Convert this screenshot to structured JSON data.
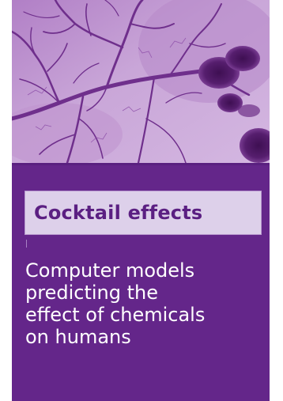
{
  "banner": {
    "image_icon": "cocktail-effects-hero-image",
    "title": "Cocktail effects",
    "description": "Computer models\npredicting the\neffect of chemicals\non humans",
    "colors": {
      "card_background": "#64268a",
      "title_bar_background": "#ddd0ea",
      "title_text": "#5b1f82",
      "description_text": "#ffffff"
    }
  }
}
